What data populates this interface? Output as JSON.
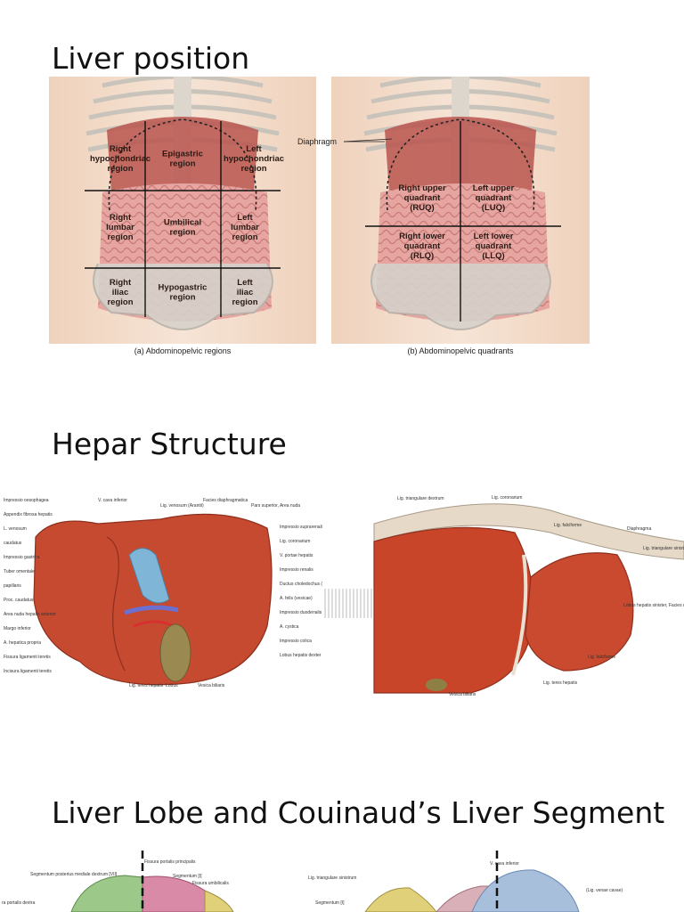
{
  "sections": {
    "liver_position": "Liver position",
    "hepar_structure": "Hepar Structure",
    "lobe_segment": "Liver Lobe and Couinaud’s Liver Segment"
  },
  "figure_a": {
    "caption": "(a) Abdominopelvic regions",
    "regions": [
      [
        "Right",
        "hypochondriac",
        "region"
      ],
      [
        "Epigastric",
        "region"
      ],
      [
        "Left",
        "hypochondriac",
        "region"
      ],
      [
        "Right",
        "lumbar",
        "region"
      ],
      [
        "Umbilical",
        "region"
      ],
      [
        "Left",
        "lumbar",
        "region"
      ],
      [
        "Right",
        "iliac",
        "region"
      ],
      [
        "Hypogastric",
        "region"
      ],
      [
        "Left",
        "iliac",
        "region"
      ]
    ]
  },
  "figure_b": {
    "caption": "(b) Abdominopelvic quadrants",
    "diaphragm": "Diaphragm",
    "quadrants": [
      [
        "Right upper",
        "quadrant",
        "(RUQ)"
      ],
      [
        "Left upper",
        "quadrant",
        "(LUQ)"
      ],
      [
        "Right lower",
        "quadrant",
        "(RLQ)"
      ],
      [
        "Left lower",
        "quadrant",
        "(LLQ)"
      ]
    ]
  },
  "hepar_left": {
    "labels_left": [
      "Impressio oesophagea",
      "Appendix fibrosa hepatis",
      "L. venosum",
      "caudatus",
      "Impressio gastrica",
      "Tuber omentale",
      "papillaris",
      "Proc. caudatus",
      "Area nuda hepatis anterior",
      "Margo inferior",
      "A. hepatica propria",
      "Fissura ligamenti teretis",
      "Incisura ligamenti teretis"
    ],
    "labels_top": [
      "V. cava inferior",
      "Lig. venosum (Arantii)",
      "Facies diaphragmatica",
      "Pars superior, Area nuda"
    ],
    "labels_right": [
      "Impressio suprarenalis",
      "Lig. coronarium",
      "V. portae hepatis",
      "Impressio renalis",
      "Ductus choledochus (biliaris)",
      "A. felis (vesicae)",
      "Impressio duodenalis",
      "A. cystica",
      "Impressio colica",
      "Lobus hepatis dexter"
    ],
    "labels_bottom": [
      "Lig. teres hepatis",
      "Lobus",
      "Vesica biliaris"
    ]
  },
  "hepar_right": {
    "labels": [
      "Lig. triangulare dextrum",
      "Lig. coronarium",
      "Lig. falciforme",
      "Diaphragma",
      "Lig. triangulare sinistrum",
      "Lobus hepatis sinister, Facies diaphragmatica",
      "Lig. falciforme",
      "Lig. teres hepatis",
      "Vesica biliaris"
    ]
  },
  "segment_left": {
    "labels": [
      "Fissura portalis principalis",
      "Segmentum posterius mediale dextrum [VII]",
      "Segmentum [I]",
      "Fissura umbilicalis",
      "ra portalis dextra"
    ]
  },
  "segment_right": {
    "labels": [
      "V. cava inferior",
      "Lig. triangulare sinistrum",
      "(Lig. venae cavae)",
      "Segmentum [I]"
    ]
  }
}
